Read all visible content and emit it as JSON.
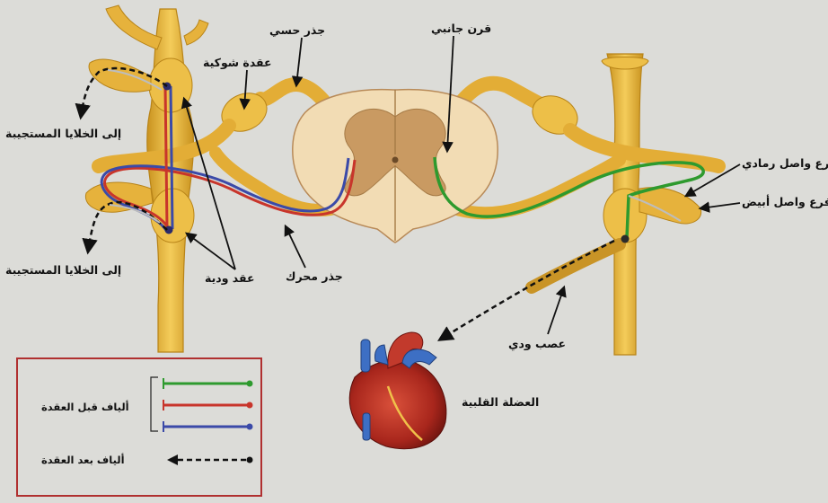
{
  "labels": {
    "sensory_root": "جذر حسي",
    "spinal_ganglion": "عقدة شوكية",
    "lateral_horn": "قرن جانبي",
    "to_effector_top": "إلى الخلايا المستجيبة",
    "to_effector_bottom": "إلى الخلايا المستجيبة",
    "gray_ramus": "فرع واصل رمادي",
    "white_ramus": "فرع واصل أبيض",
    "motor_root": "جذر محرك",
    "sympathetic_ganglia": "عقد ودية",
    "sympathetic_nerve": "عصب ودي",
    "cardiac_muscle": "العضلة القلبية"
  },
  "legend": {
    "preganglionic": "ألياف قبل العقدة",
    "postganglionic": "ألياف بعد العقدة"
  },
  "colors": {
    "background": "#dcdcd8",
    "nerve": "#e8b53a",
    "nerve_edge": "#b88418",
    "cord_white": "#f2dcb4",
    "cord_gray": "#c99a62",
    "fiber_green": "#2e9a2e",
    "fiber_red": "#c8352b",
    "fiber_blue": "#3b4aa8",
    "legend_border": "#b03030"
  }
}
